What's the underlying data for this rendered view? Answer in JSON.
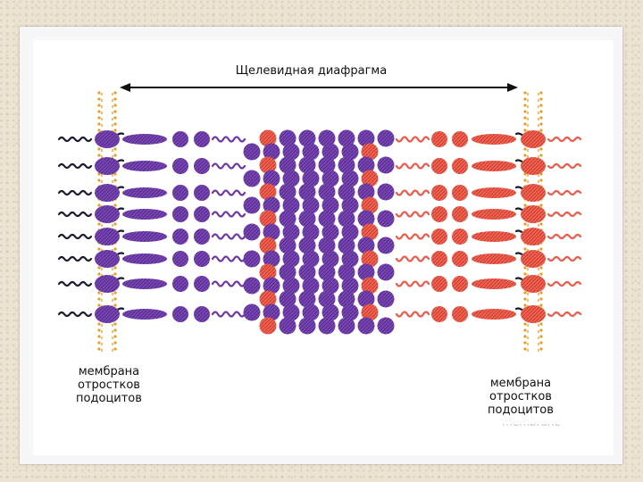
{
  "title": "Щелевидная диафрагма",
  "left_label": {
    "line1": "мембрана",
    "line2": "отростков",
    "line3": "подоцитов"
  },
  "right_label": {
    "line1": "мембрана",
    "line2": "отростков",
    "line3": "подоцитов",
    "ghost_text": "membrane"
  },
  "colors": {
    "purple": "#6f3aa8",
    "red": "#ef5a4a",
    "lipid": "#e3a024",
    "tail": "#1b1b2e",
    "arrow": "#111111"
  }
}
